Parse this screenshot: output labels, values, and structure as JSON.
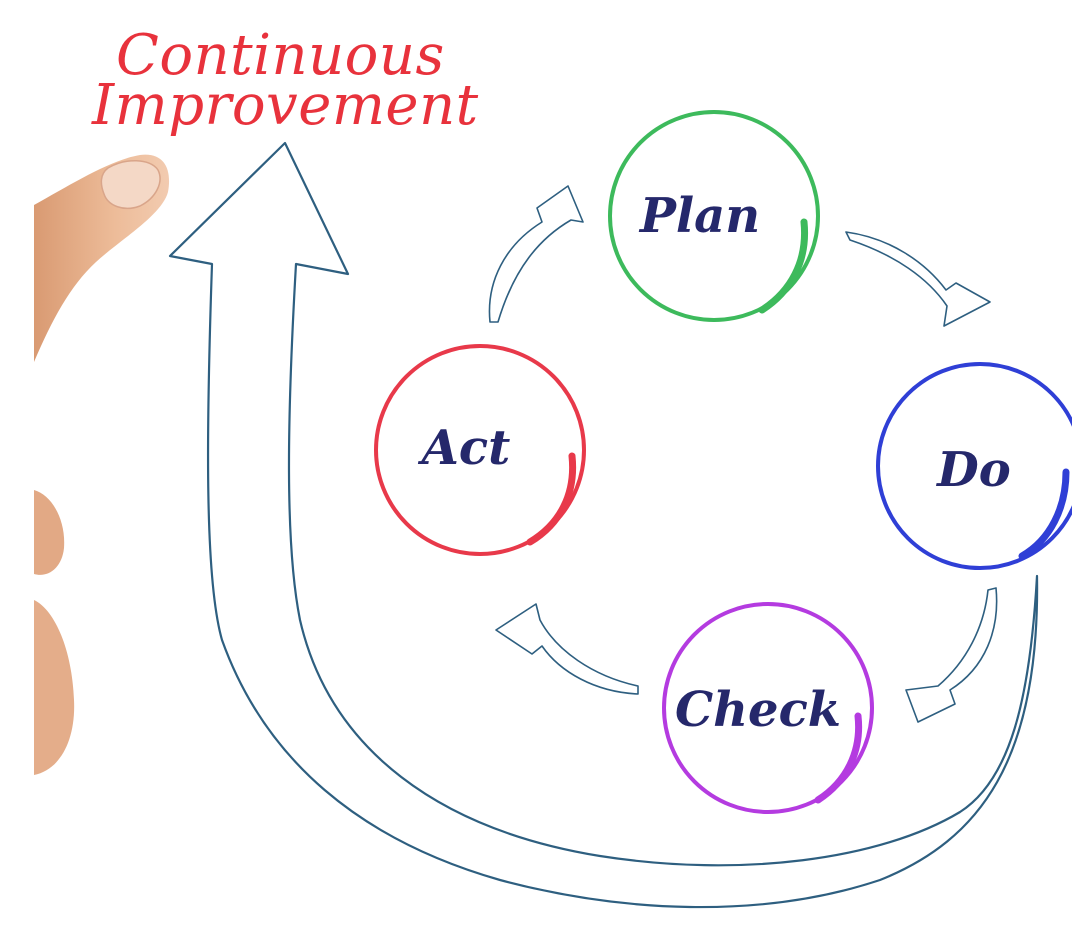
{
  "title": {
    "line1": "Continuous",
    "line2": "Improvement"
  },
  "cycle": {
    "steps": [
      {
        "id": "plan",
        "label": "Plan",
        "color": "#3dba5c"
      },
      {
        "id": "do",
        "label": "Do",
        "color": "#2f3fd6"
      },
      {
        "id": "check",
        "label": "Check",
        "color": "#b43be0"
      },
      {
        "id": "act",
        "label": "Act",
        "color": "#e8394a"
      }
    ]
  },
  "colors": {
    "title": "#e8323c",
    "label": "#25286b",
    "arrow_stroke": "#2e5f80",
    "skin": "#e9b58f"
  },
  "icons": {
    "pointing_finger": "finger-pointing-icon",
    "big_arrow": "improvement-arrow-icon"
  }
}
